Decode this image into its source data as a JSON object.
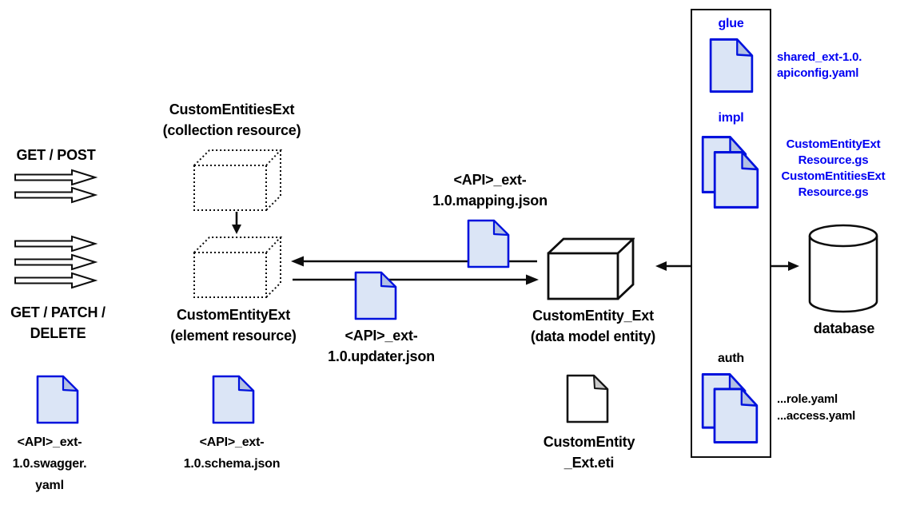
{
  "http_methods": {
    "get_post": "GET / POST",
    "get_patch_delete": "GET / PATCH /\nDELETE"
  },
  "resources": {
    "collection": "CustomEntitiesExt\n(collection resource)",
    "element": "CustomEntityExt\n(element resource)",
    "entity": "CustomEntity_Ext\n(data model entity)"
  },
  "files": {
    "mapping": "<API>_ext-\n1.0.mapping.json",
    "updater": "<API>_ext-\n1.0.updater.json",
    "swagger": "<API>_ext-\n1.0.swagger.\nyaml",
    "schema": "<API>_ext-\n1.0.schema.json",
    "eti": "CustomEntity\n_Ext.eti"
  },
  "module_box": {
    "glue": {
      "label": "glue",
      "files": "shared_ext-1.0.\napiconfig.yaml"
    },
    "impl": {
      "label": "impl",
      "files": "CustomEntityExt\nResource.gs\nCustomEntitiesExt\nResource.gs"
    },
    "auth": {
      "label": "auth",
      "files": "...role.yaml\n...access.yaml"
    }
  },
  "database": {
    "label": "database"
  },
  "icon_legend": {
    "blue_document": "document-file-icon",
    "white_document": "eti-file-icon",
    "dotted_cube": "rest-resource-cube-icon",
    "solid_cube": "data-model-entity-cube-icon",
    "cylinder": "database-icon",
    "block_arrow": "http-request-arrow-icon"
  },
  "colors": {
    "file_border_blue": "#0012dd",
    "file_fill_blue": "#dbe5f6",
    "file_fold_blue": "#b3c1e3",
    "text_blue": "#0000f2",
    "diagram_black": "#000000",
    "background": "#ffffff"
  }
}
